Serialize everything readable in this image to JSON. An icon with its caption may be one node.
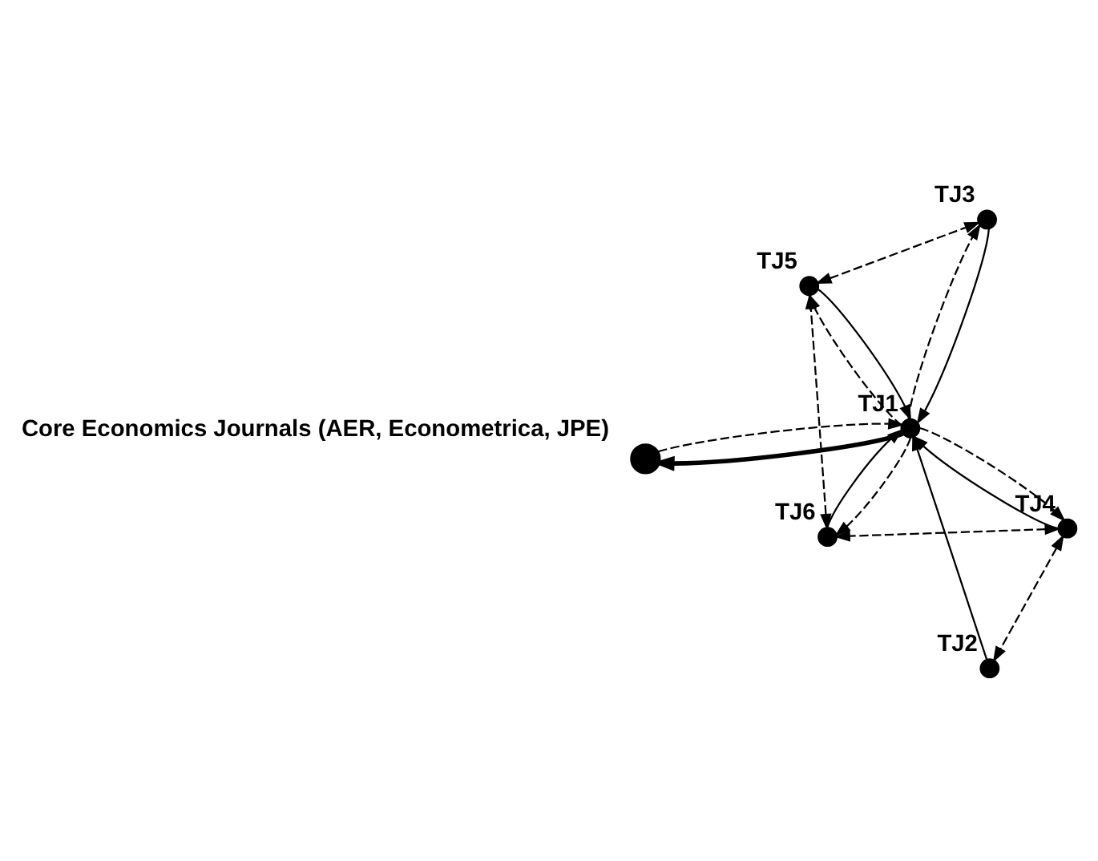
{
  "diagram": {
    "nodes": [
      {
        "text": [],
        "shape": "circle",
        "beside": [
          "Core Economics Journals (AER, Econometrica, JPE)"
        ]
      },
      {
        "text": [],
        "shape": "circle",
        "beside": [
          "TJ1"
        ]
      },
      {
        "text": [],
        "shape": "circle",
        "beside": [
          "TJ2"
        ]
      },
      {
        "text": [],
        "shape": "circle",
        "beside": [
          "TJ3"
        ]
      },
      {
        "text": [],
        "shape": "circle",
        "beside": [
          "TJ4"
        ]
      },
      {
        "text": [],
        "shape": "circle",
        "beside": [
          "TJ5"
        ]
      },
      {
        "text": [],
        "shape": "circle",
        "beside": [
          "TJ6"
        ]
      }
    ],
    "edges": [
      {
        "from": 1,
        "to": 0,
        "arrow": "to",
        "style": "thick"
      },
      {
        "from": 0,
        "to": 1,
        "arrow": "to",
        "style": "dashed"
      },
      {
        "from": 2,
        "to": 1,
        "arrow": "to"
      },
      {
        "from": 1,
        "to": 4,
        "arrow": "to",
        "style": "dashed"
      },
      {
        "from": 4,
        "to": 1,
        "arrow": "to"
      },
      {
        "from": 1,
        "to": 6,
        "arrow": "to",
        "style": "dashed"
      },
      {
        "from": 6,
        "to": 1,
        "arrow": "to"
      },
      {
        "from": 1,
        "to": 5,
        "arrow": "to",
        "style": "dashed"
      },
      {
        "from": 5,
        "to": 1,
        "arrow": "to"
      },
      {
        "from": 1,
        "to": 3,
        "arrow": "to",
        "style": "dashed"
      },
      {
        "from": 3,
        "to": 1,
        "arrow": "to"
      },
      {
        "from": 4,
        "to": 2,
        "arrow": "both",
        "style": "dashed"
      },
      {
        "from": 4,
        "to": 6,
        "arrow": "both",
        "style": "dashed"
      },
      {
        "from": 6,
        "to": 5,
        "arrow": "both",
        "style": "dashed"
      },
      {
        "from": 5,
        "to": 3,
        "arrow": "both",
        "style": "dashed"
      }
    ]
  }
}
